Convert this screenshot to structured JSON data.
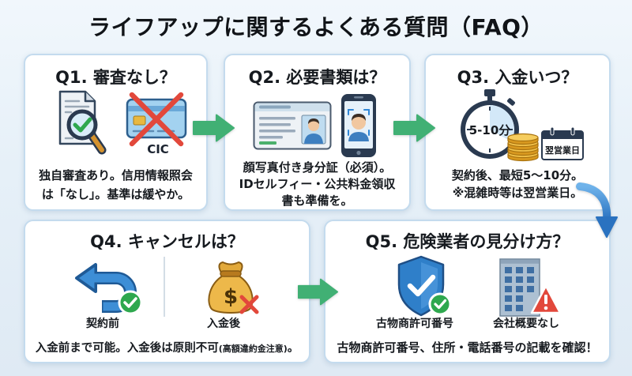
{
  "page": {
    "title": "ライフアップに関するよくある質問（FAQ）"
  },
  "colors": {
    "background": "#e6f0f8",
    "panel_border": "#c4dbee",
    "text": "#161a1f",
    "arrow_green": "#41b074",
    "check_green": "#2ea84e",
    "cross_red": "#e2483b",
    "accent_blue": "#2f7fc9",
    "icon_navy": "#2a3a50",
    "gold": "#edb84a"
  },
  "q1": {
    "question": "Q1. 審査なし？",
    "card_label": "CIC",
    "answer": [
      "独自審査あり。信用情報照会",
      "は「なし」。基準は緩やか。"
    ],
    "icons": [
      "document-magnifier-check-icon",
      "credit-card-crossed-icon"
    ]
  },
  "q2": {
    "question": "Q2. 必要書類は？",
    "answer": [
      "顔写真付き身分証（必須）。",
      "IDセルフィー・公共料金領収",
      "書も準備を。"
    ],
    "icons": [
      "id-card-icon",
      "smartphone-selfie-icon"
    ]
  },
  "q3": {
    "question": "Q3. 入金いつ？",
    "timer_label": "5-10分",
    "calendar_label": "翌営業日",
    "answer": [
      "契約後、最短5〜10分。",
      "※混雑時等は翌営業日。"
    ],
    "icons": [
      "stopwatch-icon",
      "coin-stack-icon",
      "calendar-icon"
    ]
  },
  "q4": {
    "question": "Q4. キャンセルは？",
    "before": {
      "label": "契約前",
      "icon": "return-arrow-icon",
      "status_icon": "check-badge-icon"
    },
    "after": {
      "label": "入金後",
      "icon": "money-bag-icon",
      "symbol": "$",
      "status_icon": "cross-icon"
    },
    "answer": {
      "main": "入金前まで可能。入金後は原則不可",
      "note": "(高額違約金注意)",
      "end": "。"
    }
  },
  "q5": {
    "question": "Q5. 危険業者の見分け方？",
    "good": {
      "label": "古物商許可番号",
      "icon": "shield-check-icon",
      "status_icon": "check-badge-icon"
    },
    "bad": {
      "label": "会社概要なし",
      "icon": "office-building-icon",
      "status_icon": "warning-icon"
    },
    "answer": "古物商許可番号、住所・電話番号の記載を確認！"
  },
  "flow_icons": [
    "arrow-right-icon",
    "curved-arrow-down-icon"
  ]
}
